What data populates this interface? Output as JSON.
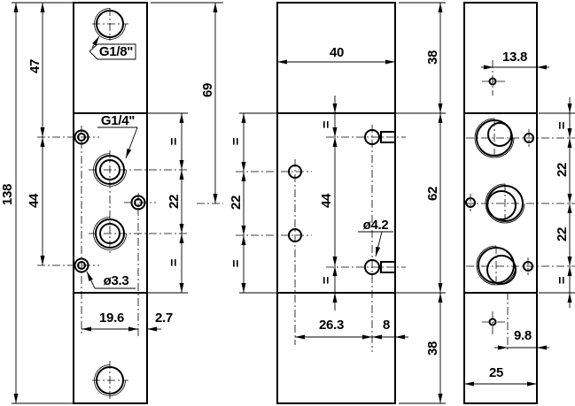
{
  "drawing": {
    "type": "technical-dimension-drawing",
    "views": {
      "left": {
        "thread_top": "G1/8\"",
        "thread_middle": "G1/4\"",
        "drill": "ø3.3",
        "overall_height": "138",
        "top_pitch": "47",
        "screw_pitch": "44",
        "screw_width": "19.6",
        "edge_gap": "2.7",
        "center_height": "69",
        "port_pitch": "22",
        "equal": "="
      },
      "middle": {
        "width": "40",
        "hole_pitch": "22",
        "outlet_pitch": "44",
        "equal": "=",
        "hole_x": "26.3",
        "outlet_x": "8",
        "drill": "ø4.2"
      },
      "right": {
        "section_top": "38",
        "section_middle": "62",
        "section_bottom": "38",
        "hole_top_x": "13.8",
        "port_pitch": "22",
        "equal": "=",
        "hole_bottom_x": "9.8",
        "width": "25"
      }
    }
  }
}
